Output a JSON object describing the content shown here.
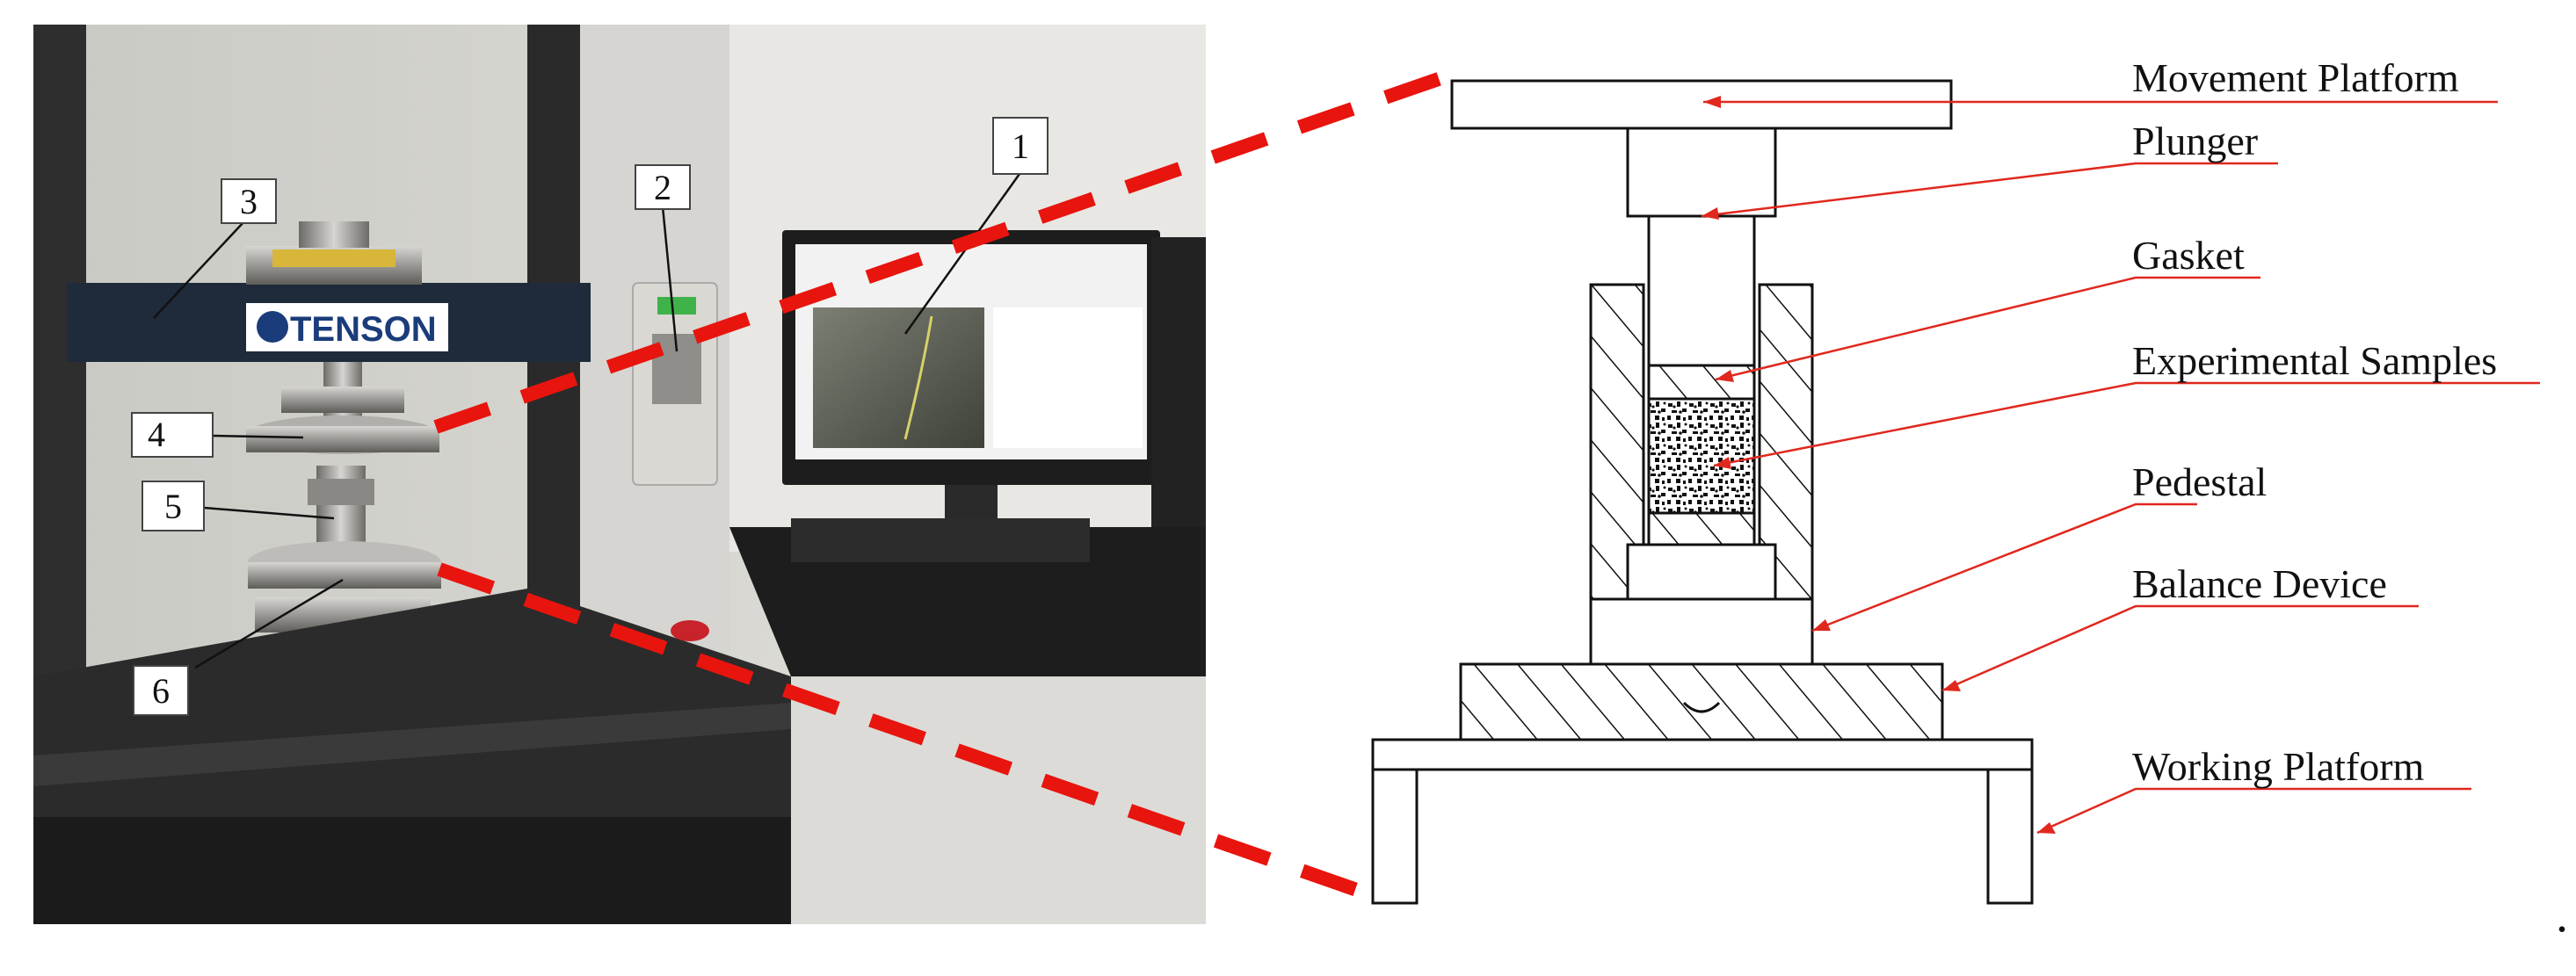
{
  "photo": {
    "brand": "TENSON",
    "callouts": [
      "1",
      "2",
      "3",
      "4",
      "5",
      "6"
    ]
  },
  "diagram": {
    "labels": [
      "Movement Platform",
      "Plunger",
      "Gasket",
      "Experimental Samples",
      "Pedestal",
      "Balance Device",
      "Working Platform"
    ]
  },
  "trailing_mark": ".",
  "colors": {
    "zoom_lines": "#e8140e",
    "leader_lines": "#e0281e",
    "line_art": "#111111"
  }
}
